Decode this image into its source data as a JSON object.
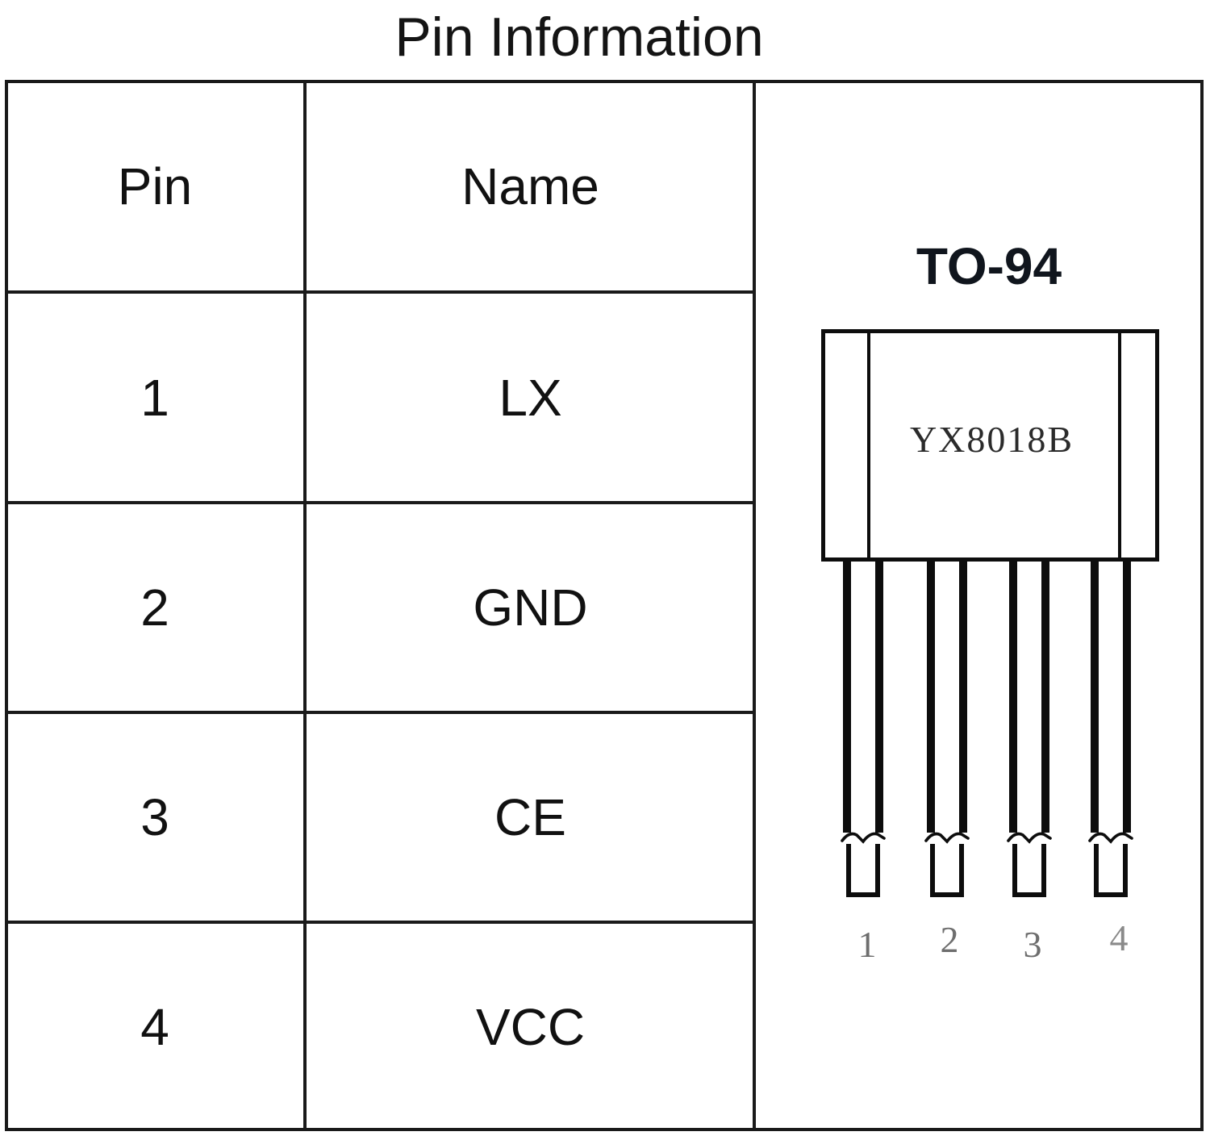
{
  "title": "Pin Information",
  "table": {
    "headers": {
      "pin": "Pin",
      "name": "Name"
    },
    "rows": [
      {
        "pin": "1",
        "name": "LX"
      },
      {
        "pin": "2",
        "name": "GND"
      },
      {
        "pin": "3",
        "name": "CE"
      },
      {
        "pin": "4",
        "name": "VCC"
      }
    ]
  },
  "package": {
    "label": "TO-94",
    "part_number": "YX8018B",
    "pin_numbers": [
      "1",
      "2",
      "3",
      "4"
    ]
  },
  "colors": {
    "line": "#1a1a1a",
    "text": "#111111",
    "pin_number_gray": "#6e6e6e"
  }
}
